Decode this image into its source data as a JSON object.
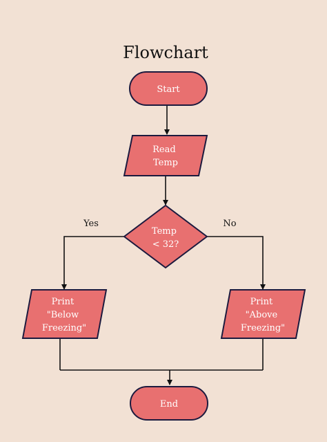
{
  "title": "Flowchart",
  "colors": {
    "background": "#f2e1d4",
    "node_fill": "#e87070",
    "node_stroke": "#1c1a3e",
    "node_text": "#ffffff",
    "edge": "#111111"
  },
  "nodes": {
    "start": {
      "shape": "terminator",
      "lines": [
        "Start"
      ]
    },
    "read": {
      "shape": "parallelogram",
      "lines": [
        "Read",
        "Temp"
      ]
    },
    "decision": {
      "shape": "diamond",
      "lines": [
        "Temp",
        "< 32?"
      ]
    },
    "below": {
      "shape": "parallelogram",
      "lines": [
        "Print",
        "\"Below",
        "Freezing\""
      ]
    },
    "above": {
      "shape": "parallelogram",
      "lines": [
        "Print",
        "\"Above",
        "Freezing\""
      ]
    },
    "end": {
      "shape": "terminator",
      "lines": [
        "End"
      ]
    }
  },
  "branches": {
    "yes": "Yes",
    "no": "No"
  }
}
